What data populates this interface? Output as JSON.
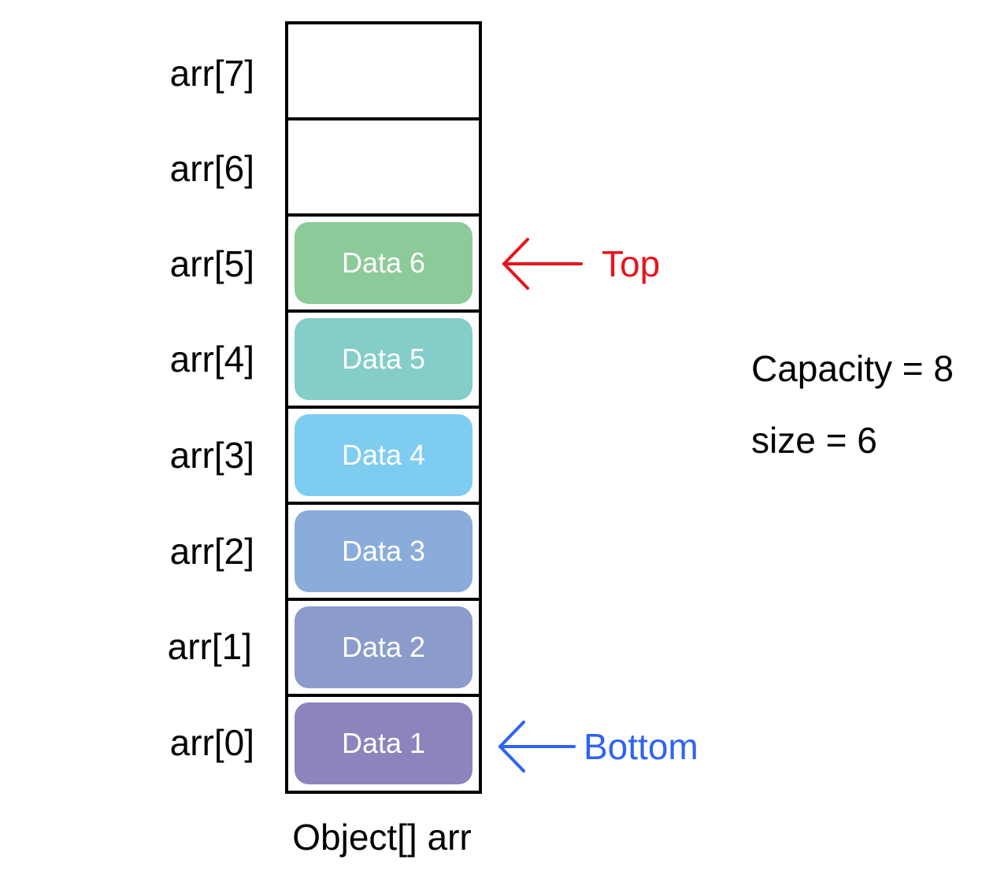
{
  "array": {
    "slots": [
      {
        "index_label": "arr[7]",
        "data": ""
      },
      {
        "index_label": "arr[6]",
        "data": ""
      },
      {
        "index_label": "arr[5]",
        "data": "Data 6",
        "color": "#8dca99"
      },
      {
        "index_label": "arr[4]",
        "data": "Data 5",
        "color": "#84cdc8"
      },
      {
        "index_label": "arr[3]",
        "data": "Data 4",
        "color": "#7ecdf0"
      },
      {
        "index_label": "arr[2]",
        "data": "Data 3",
        "color": "#8aacda"
      },
      {
        "index_label": "arr[1]",
        "data": "Data 2",
        "color": "#8b9ccb"
      },
      {
        "index_label": "arr[0]",
        "data": "Data 1",
        "color": "#8e84bd"
      }
    ],
    "caption": "Object[] arr"
  },
  "pointers": {
    "top": {
      "label": "Top",
      "color": "#e8141c"
    },
    "bottom": {
      "label": "Bottom",
      "color": "#2f63f2"
    }
  },
  "stats": {
    "capacity": "Capacity = 8",
    "size": "size = 6"
  }
}
